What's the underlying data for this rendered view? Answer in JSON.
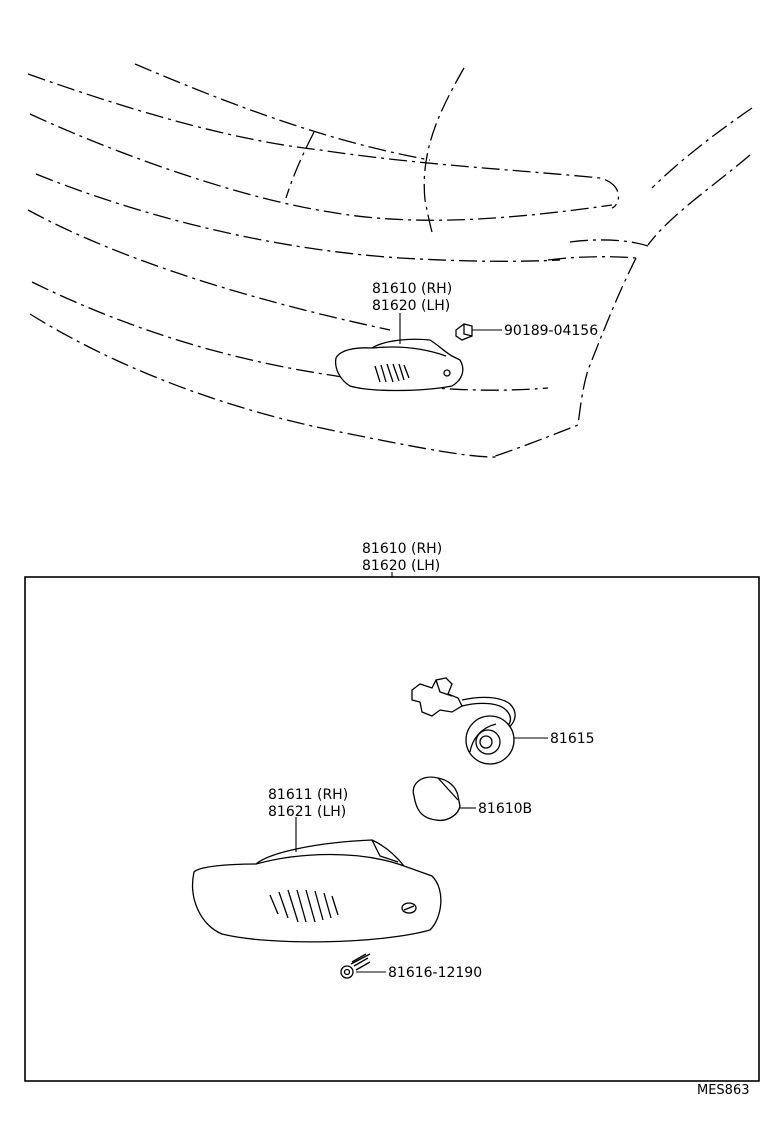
{
  "labels": {
    "top_lamp_rh": "81610 (RH)",
    "top_lamp_lh": "81620 (LH)",
    "top_clip": "90189-04156",
    "box_title_rh": "81610 (RH)",
    "box_title_lh": "81620 (LH)",
    "socket": "81615",
    "bulb": "81610B",
    "lens_rh": "81611 (RH)",
    "lens_lh": "81621 (LH)",
    "screw": "81616-12190",
    "drawing_code": "MES863"
  }
}
